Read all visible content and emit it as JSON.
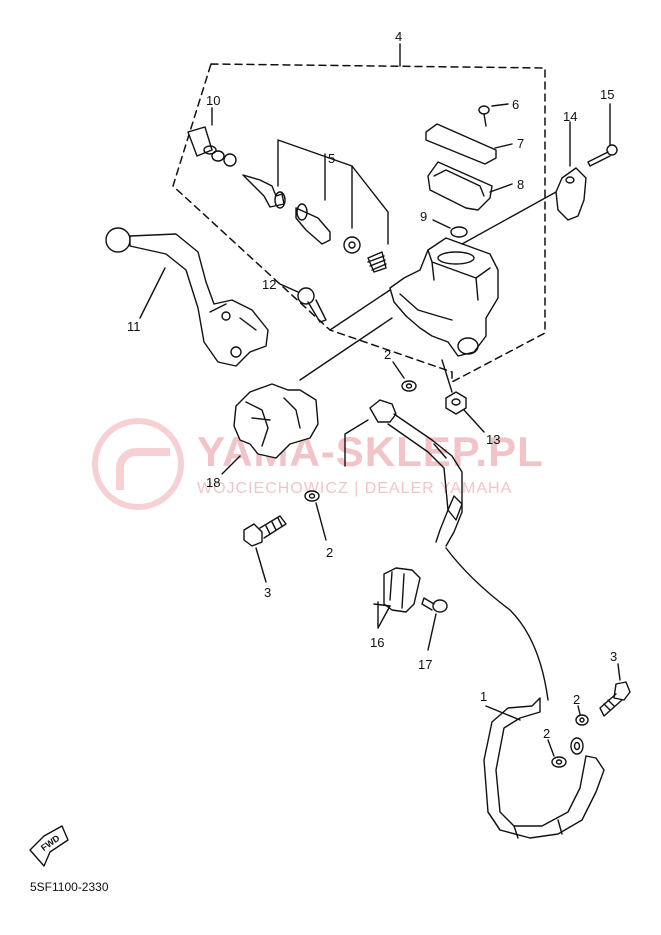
{
  "labels": {
    "l1": "1",
    "l2a": "2",
    "l2b": "2",
    "l2c": "2",
    "l2d": "2",
    "l3a": "3",
    "l3b": "3",
    "l4": "4",
    "l5": "5",
    "l6": "6",
    "l7": "7",
    "l8": "8",
    "l9": "9",
    "l10": "10",
    "l11": "11",
    "l12": "12",
    "l13": "13",
    "l14": "14",
    "l15": "15",
    "l16": "16",
    "l17": "17",
    "l18": "18"
  },
  "fwd_label": "FWD",
  "diagram_code": "5SF1100-2330",
  "watermark": {
    "brand": "YAMA-SKLEP.PL",
    "dealer": "WOJCIECHOWICZ | DEALER YAMAHA",
    "color": "#f2c4c8"
  }
}
